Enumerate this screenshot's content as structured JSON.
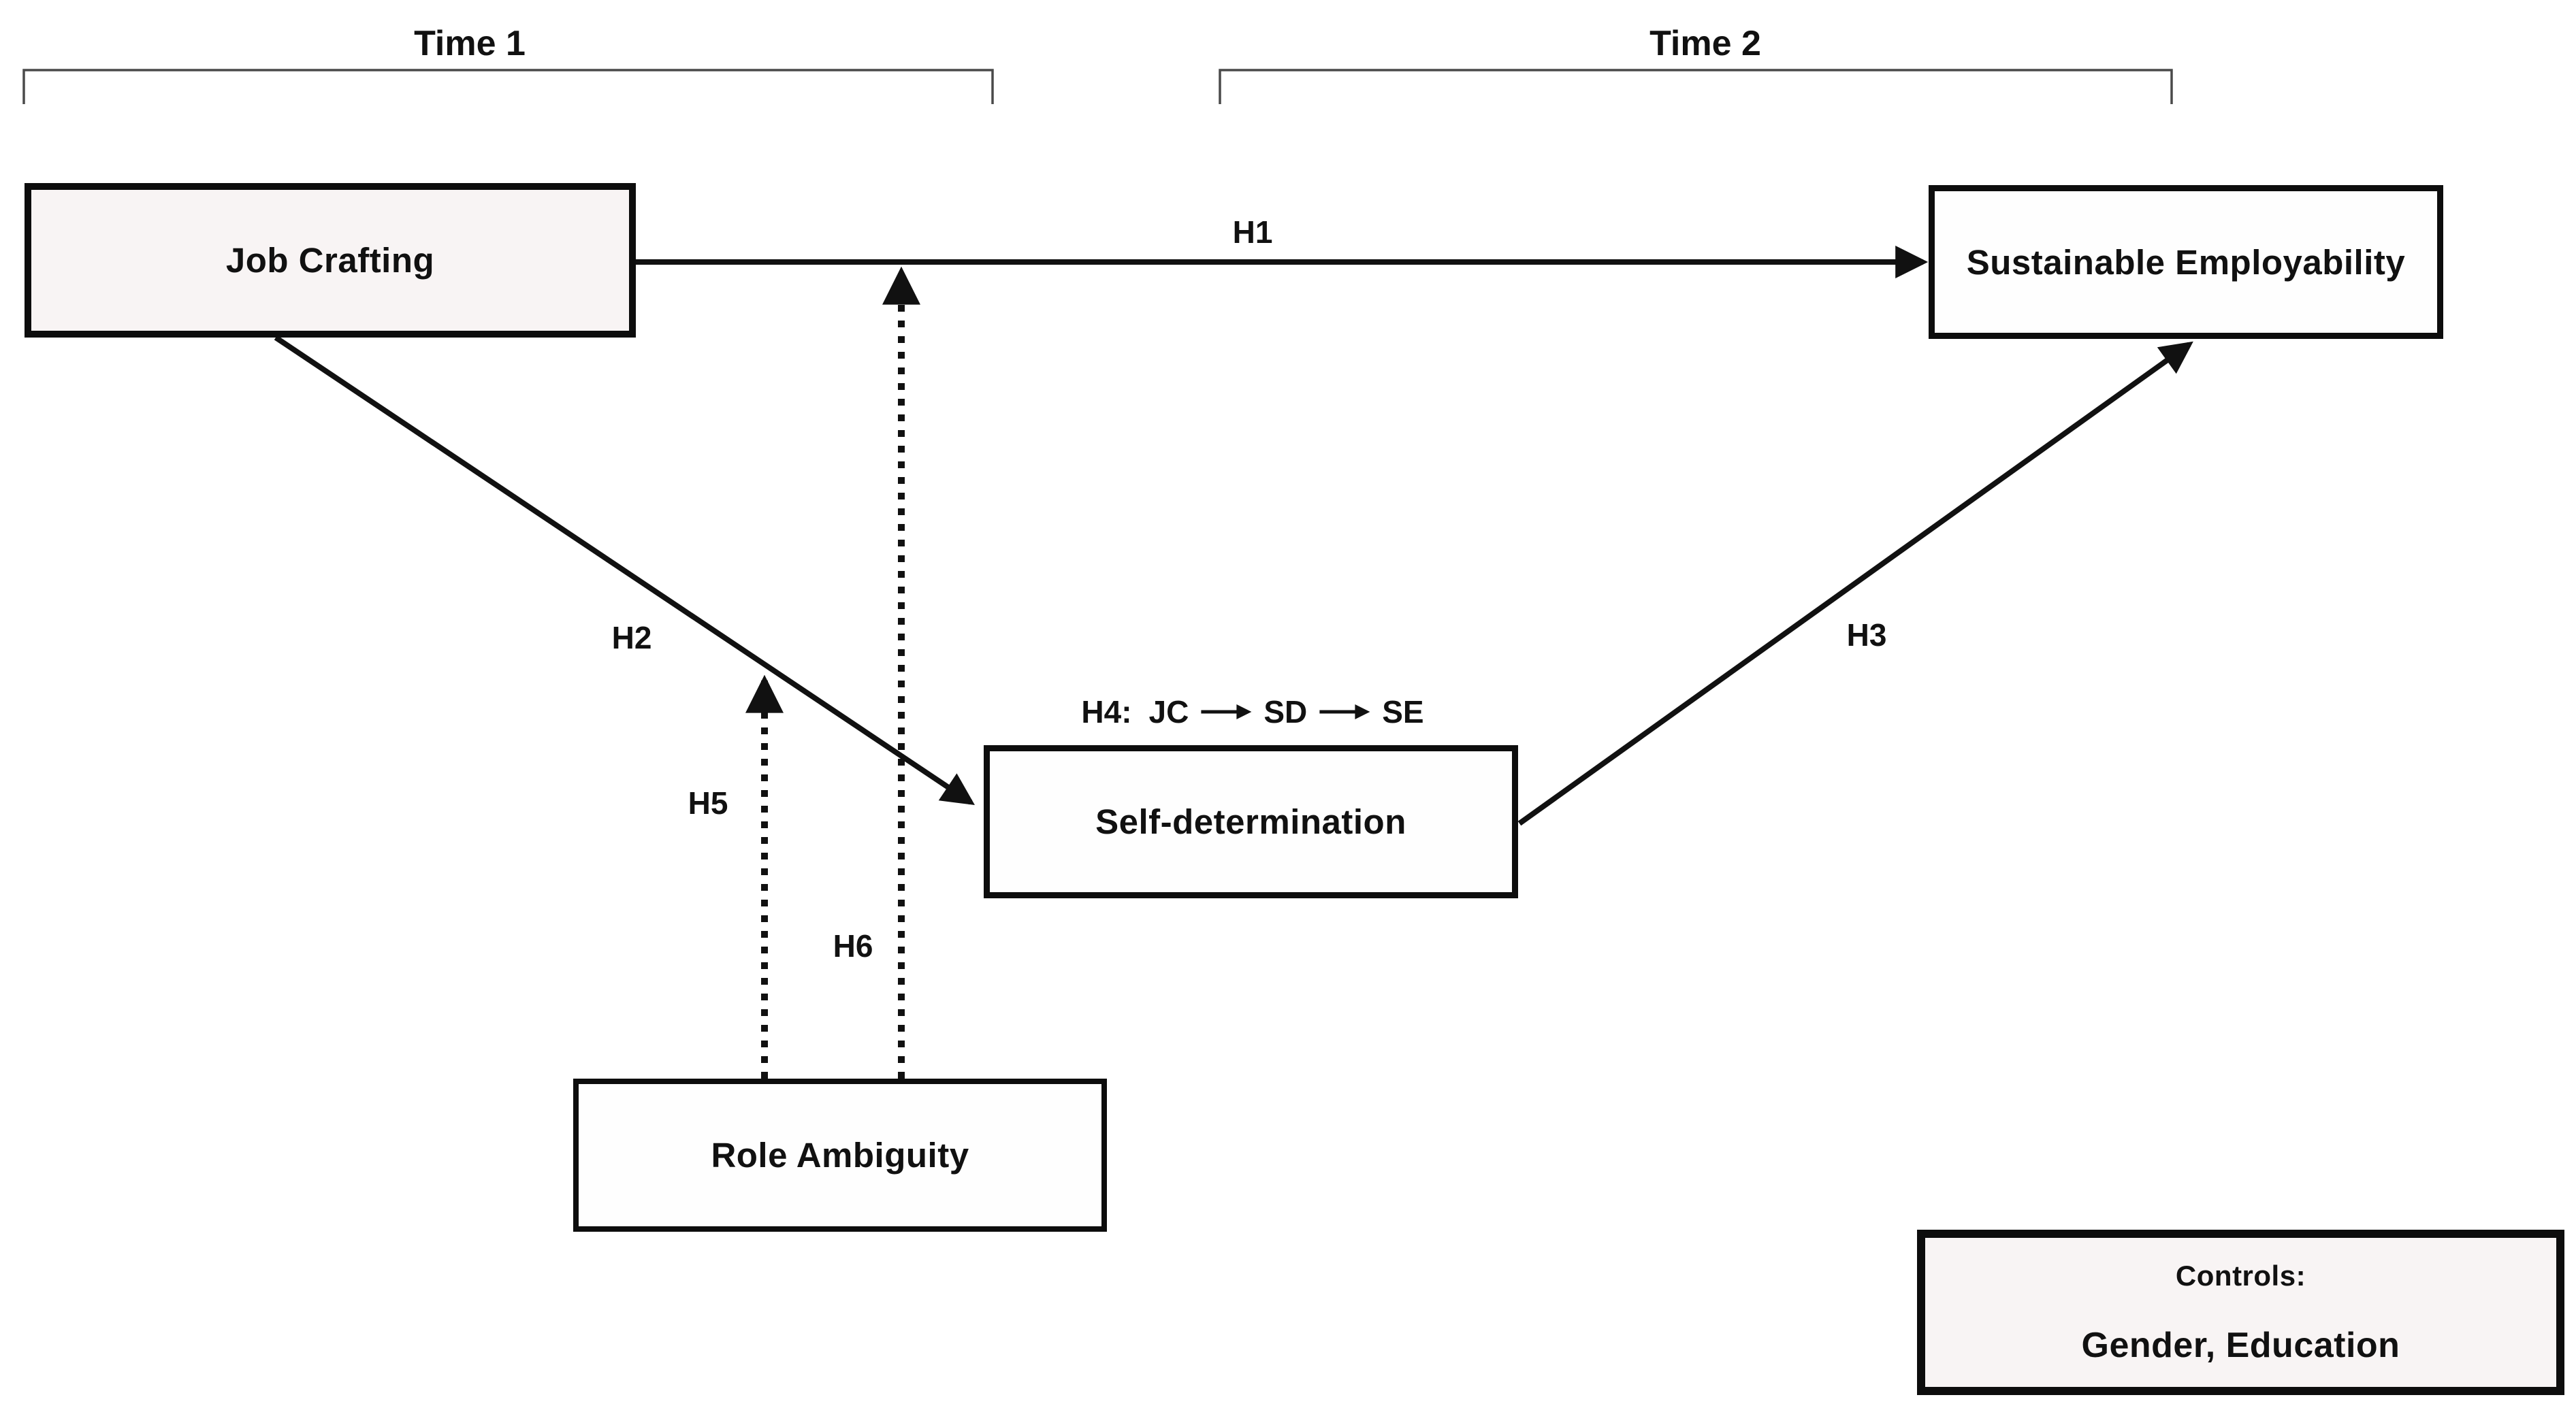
{
  "diagram": {
    "title_hint": "Conceptual research model with hypotheses",
    "time_brackets": [
      {
        "label": "Time 1"
      },
      {
        "label": "Time 2"
      }
    ],
    "boxes": {
      "job_crafting": {
        "label": "Job Crafting"
      },
      "sustainable_employability": {
        "label": "Sustainable Employability"
      },
      "self_determination": {
        "label": "Self-determination"
      },
      "role_ambiguity": {
        "label": "Role Ambiguity"
      },
      "controls": {
        "heading": "Controls:",
        "items": "Gender, Education"
      }
    },
    "paths": {
      "h1": {
        "label": "H1",
        "from": "Job Crafting",
        "to": "Sustainable Employability",
        "style": "solid"
      },
      "h2": {
        "label": "H2",
        "from": "Job Crafting",
        "to": "Self-determination",
        "style": "solid"
      },
      "h3": {
        "label": "H3",
        "from": "Self-determination",
        "to": "Sustainable Employability",
        "style": "solid"
      },
      "h5": {
        "label": "H5",
        "from": "Role Ambiguity",
        "to": "H2 path",
        "style": "dotted"
      },
      "h6": {
        "label": "H6",
        "from": "Role Ambiguity",
        "to": "H1 path",
        "style": "dotted"
      }
    },
    "mediation_note": {
      "prefix": "H4:",
      "from": "JC",
      "mediator": "SD",
      "to": "SE"
    }
  },
  "colors": {
    "background": "#ffffff",
    "line": "#111111",
    "box_border": "#0d0d0d",
    "box_fill_tinted": "#f8f4f4",
    "box_fill_plain": "#fefefe",
    "bracket": "#4a4a4a",
    "text": "#111111"
  }
}
